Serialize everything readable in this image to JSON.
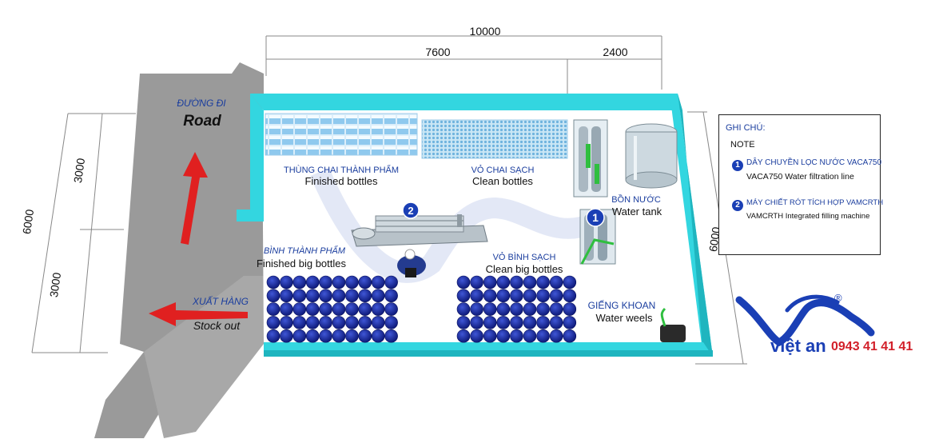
{
  "dimensions": {
    "total_width": "10000",
    "left_width": "7600",
    "right_width": "2400",
    "total_depth": "6000",
    "depth_upper": "3000",
    "depth_lower": "3000",
    "right_depth": "6000"
  },
  "road": {
    "label_vn": "ĐƯỜNG ĐI",
    "label_en": "Road"
  },
  "stock_out": {
    "label_vn": "XUẤT HÀNG",
    "label_en": "Stock out"
  },
  "areas": {
    "finished_bottles": {
      "vn": "THÙNG CHAI THÀNH PHẨM",
      "en": "Finished bottles"
    },
    "clean_bottles": {
      "vn": "VỎ CHAI SẠCH",
      "en": "Clean bottles"
    },
    "water_tank": {
      "vn": "BỒN NƯỚC",
      "en": "Water tank"
    },
    "finished_big_bottles": {
      "vn": "BÌNH THÀNH PHẨM",
      "en": "Finished big bottles"
    },
    "clean_big_bottles": {
      "vn": "VỎ BÌNH SẠCH",
      "en": "Clean big bottles"
    },
    "water_wells": {
      "vn": "GIẾNG KHOAN",
      "en": "Water weels"
    }
  },
  "markers": {
    "filtration": "1",
    "filling": "2"
  },
  "note": {
    "title": "GHI CHÚ:",
    "subtitle": "NOTE",
    "items": [
      {
        "badge": "1",
        "vn": "DÂY CHUYỀN LỌC NƯỚC VACA750",
        "en": "VACA750 Water filtration line"
      },
      {
        "badge": "2",
        "vn": "MÁY CHIẾT RÓT TÍCH HỢP VAMCRTH",
        "en": "VAMCRTH Integrated filling machine"
      }
    ]
  },
  "logo": {
    "brand": "việt an",
    "phone": "0943 41 41 41",
    "registered": "®"
  },
  "colors": {
    "wall": "#33d6e0",
    "wall_dark": "#1fb5bf",
    "road": "#9a9a9a",
    "arrow": "#e02020",
    "label_blue": "#1a3d9e",
    "bottle_blue": "#1e2fa8",
    "logo_blue": "#1a3fb5",
    "phone_red": "#d2202a"
  }
}
